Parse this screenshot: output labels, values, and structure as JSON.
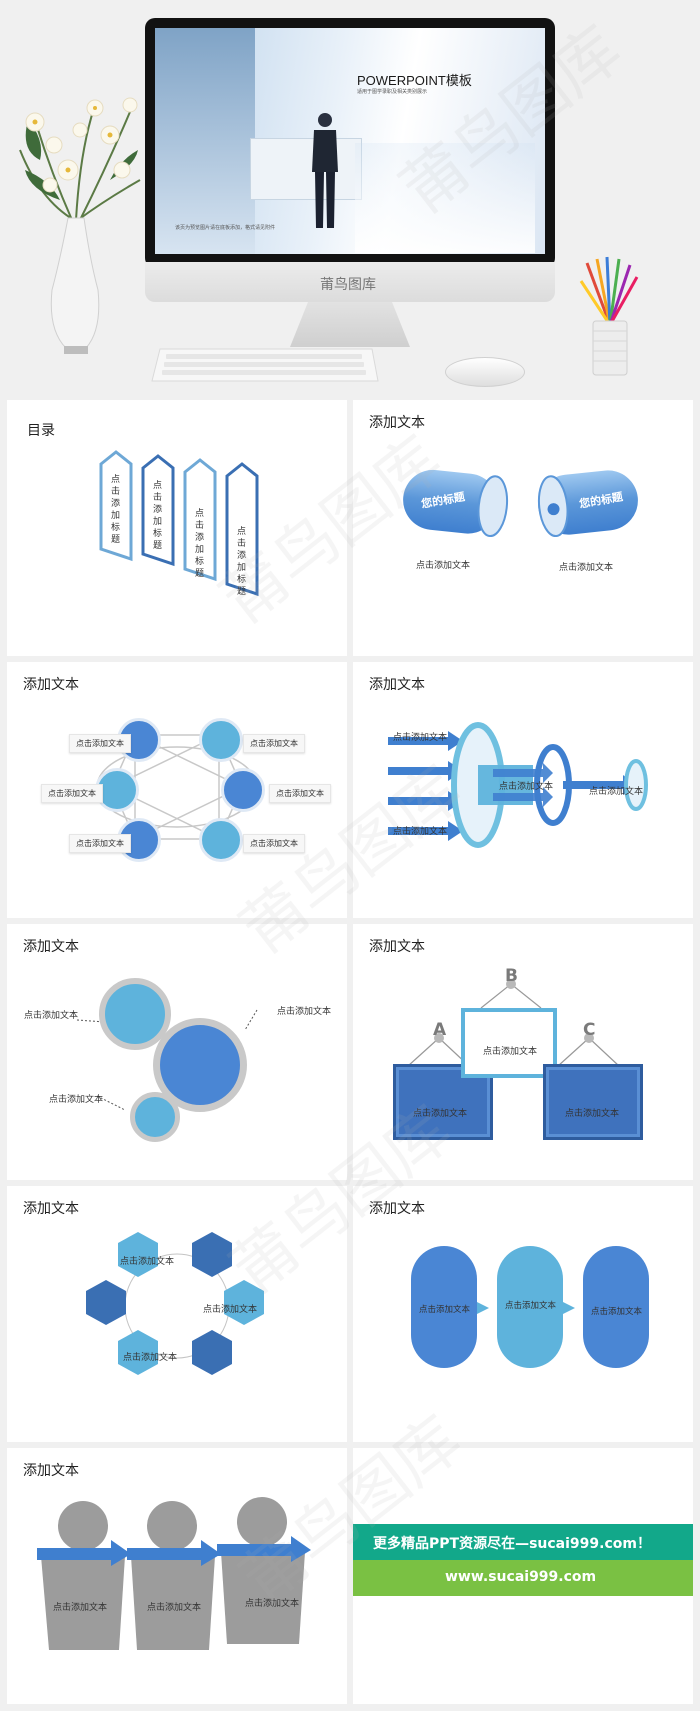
{
  "colors": {
    "primary_blue": "#4a86d4",
    "light_blue": "#5eb3dc",
    "dark_blue": "#3a6fb3",
    "gray": "#a9a9a9",
    "teal_banner": "#12a88a",
    "green_banner": "#7ac143"
  },
  "hero": {
    "screen_title": "POWERPOINT模板",
    "screen_subtitle": "适用于图学录职及相关类别展示",
    "screen_footer": "该页为预览图片请在底板添加，格式请见附件",
    "monitor_brand": "莆鸟图库"
  },
  "watermark": "莆鸟图库",
  "slides": {
    "s1": {
      "title": "目录",
      "tabs": [
        "点击添加标题",
        "点击添加标题",
        "点击添加标题",
        "点击添加标题"
      ]
    },
    "s2": {
      "title": "添加文本",
      "cyl_left": "您的标题",
      "cyl_right": "您的标题",
      "cap_left": "点击添加文本",
      "cap_right": "点击添加文本"
    },
    "s3": {
      "title": "添加文本",
      "chips": [
        "点击添加文本",
        "点击添加文本",
        "点击添加文本",
        "点击添加文本",
        "点击添加文本",
        "点击添加文本"
      ]
    },
    "s4": {
      "title": "添加文本",
      "top": "点击添加文本",
      "bottom": "点击添加文本",
      "middle": "点击添加文本",
      "right": "点击添加文本"
    },
    "s5": {
      "title": "添加文本",
      "a": "点击添加文本",
      "b": "点击添加文本",
      "c": "点击添加文本"
    },
    "s6": {
      "title": "添加文本",
      "letter_a": "A",
      "letter_b": "B",
      "letter_c": "C",
      "box_a": "点击添加文本",
      "box_b": "点击添加文本",
      "box_c": "点击添加文本"
    },
    "s7": {
      "title": "添加文本",
      "top": "点击添加文本",
      "right": "点击添加文本",
      "bottom": "点击添加文本"
    },
    "s8": {
      "title": "添加文本",
      "p1": "点击添加文本",
      "p2": "点击添加文本",
      "p3": "点击添加文本"
    },
    "s9": {
      "title": "添加文本",
      "p1": "点击添加文本",
      "p2": "点击添加文本",
      "p3": "点击添加文本"
    },
    "s10": {
      "banner1": "更多精品PPT资源尽在—sucai999.com！",
      "banner2": "www.sucai999.com"
    }
  }
}
